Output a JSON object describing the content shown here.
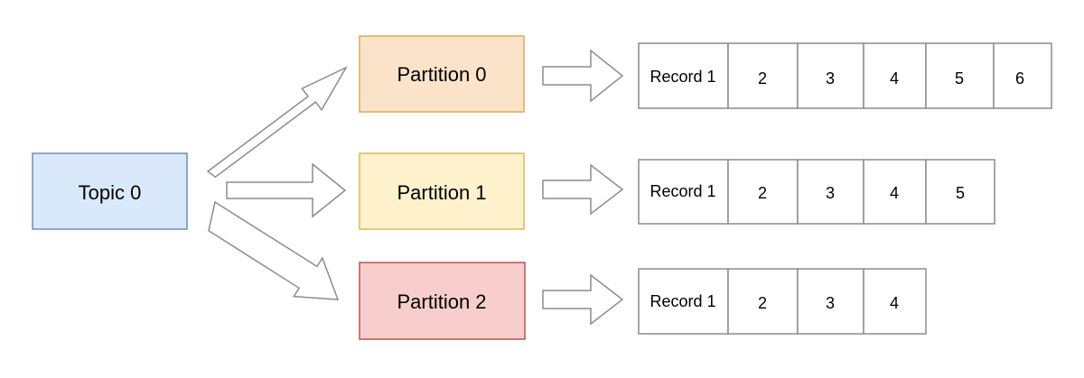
{
  "topic": {
    "label": "Topic 0",
    "fill": "#dae8fc",
    "stroke": "#6c8ebf"
  },
  "partitions": [
    {
      "label": "Partition 0",
      "fill": "#fbe3c9",
      "stroke": "#d9a95a",
      "records": [
        "Record 1",
        "2",
        "3",
        "4",
        "5",
        "6"
      ]
    },
    {
      "label": "Partition 1",
      "fill": "#fef2cc",
      "stroke": "#d9b85c",
      "records": [
        "Record 1",
        "2",
        "3",
        "4",
        "5"
      ]
    },
    {
      "label": "Partition 2",
      "fill": "#f8cecc",
      "stroke": "#b85450",
      "records": [
        "Record 1",
        "2",
        "3",
        "4"
      ]
    }
  ],
  "colors": {
    "arrow_outline": "#8c8c8c",
    "cell_outline": "#8c8c8c"
  }
}
